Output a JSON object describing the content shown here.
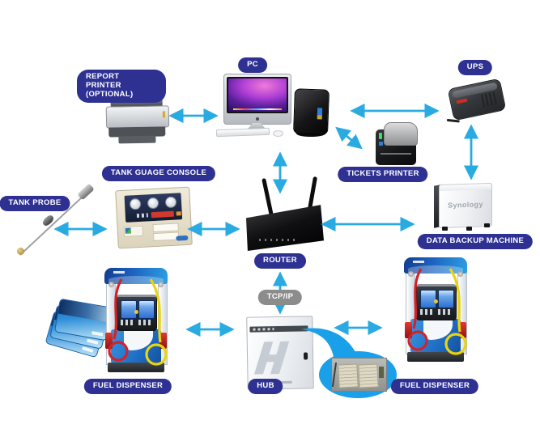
{
  "diagram": {
    "type": "system-architecture",
    "subject": "fuel station management network"
  },
  "colors": {
    "label_bg": "#2E3192",
    "label_text": "#FFFFFF",
    "badge_gray_bg": "#8C8C8C",
    "arrow": "#29ABE2",
    "callout_fill": "#19A0E8",
    "background": "#FFFFFF"
  },
  "nodes": {
    "pc": {
      "label": "PC"
    },
    "report_printer": {
      "label_line1": "REPORT PRINTER",
      "label_line2": "(OPTIONAL)"
    },
    "ups": {
      "label": "UPS"
    },
    "tickets_printer": {
      "label": "TICKETS PRINTER"
    },
    "tank_guage_console": {
      "label": "TANK GUAGE CONSOLE"
    },
    "tank_probe": {
      "label": "TANK PROBE"
    },
    "router": {
      "label": "ROUTER"
    },
    "data_backup_machine": {
      "label": "DATA BACKUP MACHINE",
      "device_brand": "Synology"
    },
    "fuel_dispenser_left": {
      "label": "FUEL DISPENSER"
    },
    "hub": {
      "label": "HUB"
    },
    "fuel_dispenser_right": {
      "label": "FUEL DISPENSER"
    },
    "tcpip_badge": {
      "label": "TCP/IP"
    }
  },
  "connections": [
    {
      "from": "report_printer",
      "to": "pc",
      "bidirectional": true
    },
    {
      "from": "pc",
      "to": "ups",
      "bidirectional": true
    },
    {
      "from": "pc",
      "to": "tickets_printer",
      "bidirectional": true
    },
    {
      "from": "pc",
      "to": "router",
      "bidirectional": true
    },
    {
      "from": "ups",
      "to": "data_backup_machine",
      "bidirectional": true
    },
    {
      "from": "tank_probe",
      "to": "tank_guage_console",
      "bidirectional": true
    },
    {
      "from": "tank_guage_console",
      "to": "router",
      "bidirectional": true
    },
    {
      "from": "router",
      "to": "data_backup_machine",
      "bidirectional": true
    },
    {
      "from": "router",
      "to": "hub",
      "bidirectional": true,
      "via": "TCP/IP"
    },
    {
      "from": "fuel_dispenser_left",
      "to": "hub",
      "bidirectional": true
    },
    {
      "from": "hub",
      "to": "fuel_dispenser_right",
      "bidirectional": true
    }
  ]
}
